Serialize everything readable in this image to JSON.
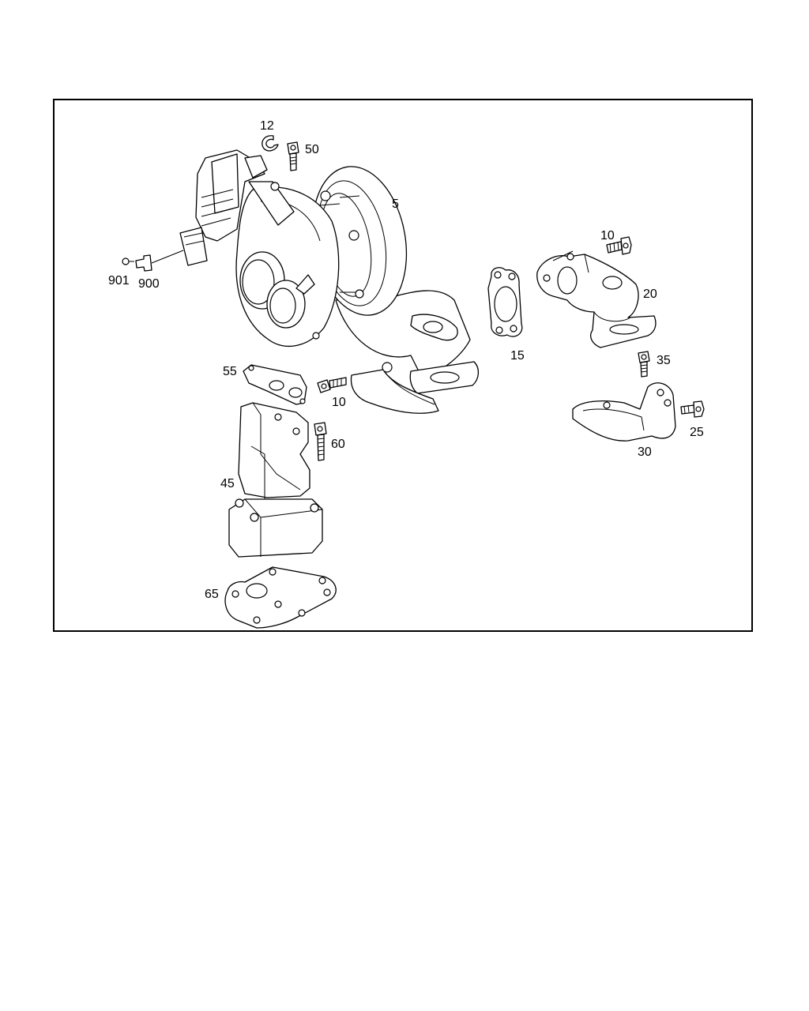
{
  "labels": {
    "p5": "5",
    "p10a": "10",
    "p10b": "10",
    "p12": "12",
    "p15": "15",
    "p20": "20",
    "p25": "25",
    "p30": "30",
    "p35": "35",
    "p45": "45",
    "p50": "50",
    "p55": "55",
    "p60": "60",
    "p65": "65",
    "p900": "900",
    "p901": "901"
  },
  "colors": {
    "line": "#000000",
    "background": "#ffffff"
  }
}
